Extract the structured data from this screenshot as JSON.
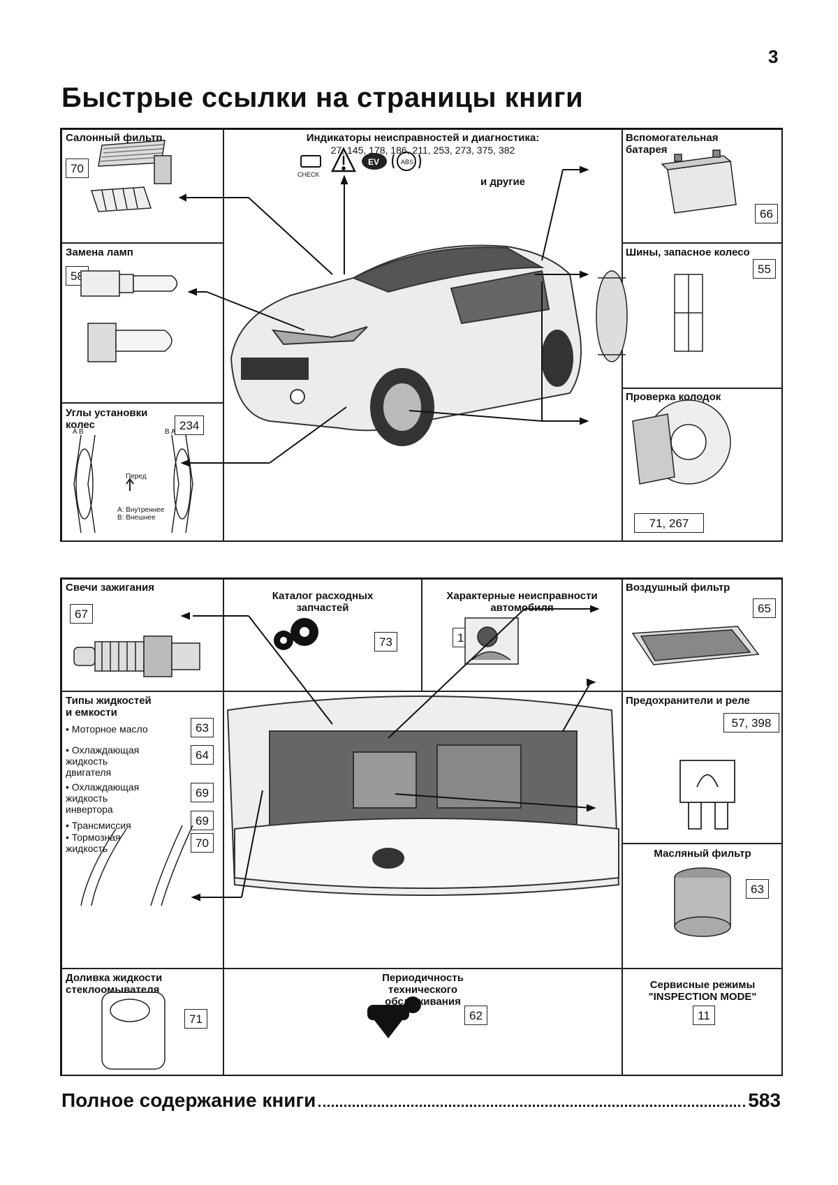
{
  "page": {
    "number": "3",
    "title": "Быстрые ссылки на страницы книги"
  },
  "top": {
    "cabin_filter": {
      "label": "Салонный фильтр",
      "ref": "70"
    },
    "indicators": {
      "label": "Индикаторы неисправностей и диагностика:",
      "pages": "27, 145, 178, 186, 211, 253, 273, 375, 382",
      "others": "и другие",
      "icons": [
        "check-engine-icon",
        "warning-triangle-icon",
        "ev-icon",
        "abs-icon"
      ],
      "check_text": "CHECK",
      "ev_text": "EV",
      "abs_text": "ABS"
    },
    "aux_battery": {
      "label": "Вспомогательная\nбатарея",
      "ref": "66"
    },
    "lamps": {
      "label": "Замена ламп",
      "ref": "58"
    },
    "tires": {
      "label": "Шины, запасное колесо",
      "ref": "55"
    },
    "brake_pads": {
      "label": "Проверка колодок",
      "ref": "71, 267"
    },
    "alignment": {
      "label": "Углы установки\nколес",
      "ref": "234",
      "front": "Перед",
      "inner": "А: Внутреннее",
      "outer": "В: Внешнее"
    }
  },
  "bottom": {
    "spark_plugs": {
      "label": "Свечи зажигания",
      "ref": "67"
    },
    "catalog": {
      "label": "Каталог расходных\nзапчастей",
      "ref": "73"
    },
    "faults": {
      "label": "Характерные неисправности\nавтомобиля",
      "ref": "16"
    },
    "air_filter": {
      "label": "Воздушный фильтр",
      "ref": "65"
    },
    "fluids": {
      "label": "Типы жидкостей\nи емкости",
      "items": [
        {
          "text": "• Моторное масло",
          "ref": "63"
        },
        {
          "text": "• Охлаждающая\n  жидкость\n  двигателя",
          "ref": "64"
        },
        {
          "text": "• Охлаждающая\n  жидкость\n  инвертора",
          "ref": "69"
        },
        {
          "text": "• Трансмиссия",
          "ref": "69"
        },
        {
          "text": "• Тормозная\n  жидкость",
          "ref": "70"
        }
      ]
    },
    "fuses": {
      "label": "Предохранители и реле",
      "ref": "57, 398"
    },
    "oil_filter": {
      "label": "Масляный фильтр",
      "ref": "63"
    },
    "washer": {
      "label": "Доливка жидкости\nстеклоомывателя",
      "ref": "71"
    },
    "maintenance": {
      "label": "Периодичность\nтехнического\nобслуживания",
      "ref": "62"
    },
    "service_modes": {
      "label": "Сервисные режимы\n\"INSPECTION MODE\"",
      "ref": "11"
    }
  },
  "footer": {
    "label": "Полное содержание книги",
    "page": "583"
  }
}
